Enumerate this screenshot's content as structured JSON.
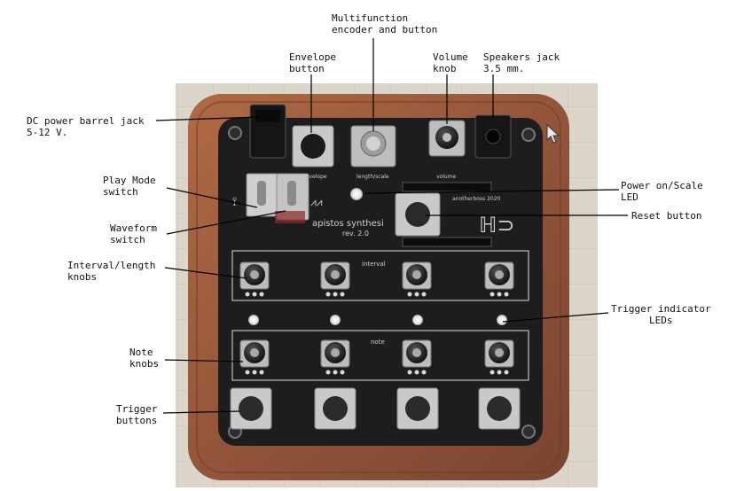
{
  "device": {
    "pcb_name": "apistos synthesi",
    "pcb_rev": "rev. 2.0",
    "pcb_credit": "anotherboss 2020",
    "pcb_labels": {
      "envelope": "envelope",
      "length_scale": "length/scale",
      "volume": "volume",
      "interval": "interval",
      "note": "note"
    }
  },
  "callouts": [
    {
      "id": "multifunction",
      "text": "Multifunction\nencoder and button"
    },
    {
      "id": "envelope",
      "text": "Envelope\nbutton"
    },
    {
      "id": "volume",
      "text": "Volume\nknob"
    },
    {
      "id": "speakers",
      "text": "Speakers jack\n3.5 mm."
    },
    {
      "id": "dc-power",
      "text": "DC power barrel jack\n5-12 V."
    },
    {
      "id": "play-mode",
      "text": "Play Mode\nswitch"
    },
    {
      "id": "waveform",
      "text": "Waveform\nswitch"
    },
    {
      "id": "power-scale",
      "text": "Power on/Scale\nLED"
    },
    {
      "id": "reset",
      "text": "Reset button"
    },
    {
      "id": "interval-knobs",
      "text": "Interval/length\nknobs"
    },
    {
      "id": "trigger-leds",
      "text": "Trigger indicator\nLEDs"
    },
    {
      "id": "note-knobs",
      "text": "Note\nknobs"
    },
    {
      "id": "trigger-buttons",
      "text": "Trigger\nbuttons"
    }
  ],
  "colors": {
    "wood": "#9a5a3a",
    "pcb": "#1d1d1f",
    "wall": "#d9d3c8",
    "leader": "#000000"
  }
}
